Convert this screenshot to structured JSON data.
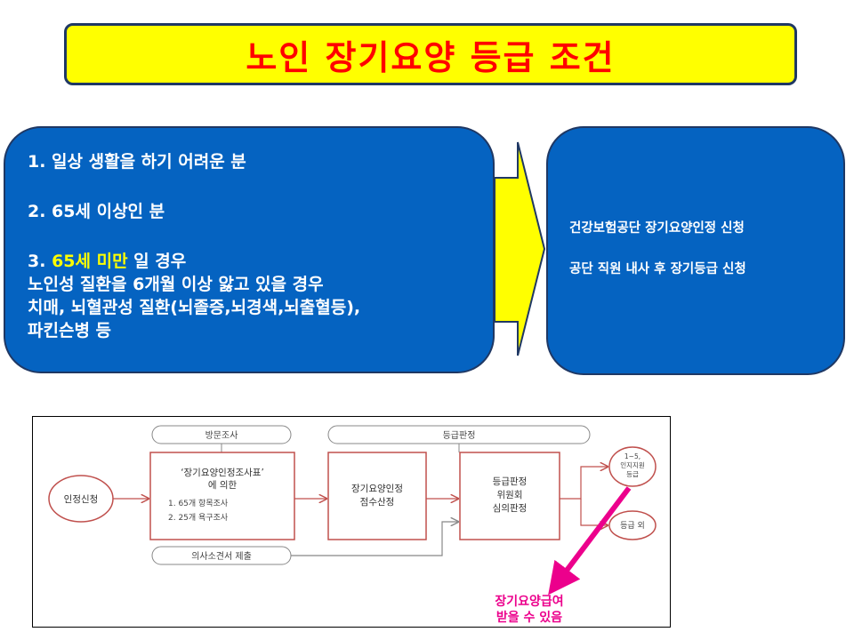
{
  "title": "노인 장기요양 등급 조건",
  "conditions": {
    "item1": "1.  일상 생활을 하기 어려운 분",
    "item2": "2.  65세 이상인 분",
    "item3_prefix": "3. ",
    "item3_highlight": "65세 미만",
    "item3_suffix": " 일 경우",
    "item3_line2": "노인성 질환을 6개월 이상 앓고 있을 경우",
    "item3_line3": "치매, 뇌혈관성 질환(뇌졸증,뇌경색,뇌출혈등),",
    "item3_line4": "파킨슨병 등"
  },
  "procedure": {
    "line1": "건강보험공단 장기요양인정 신청",
    "line2": "공단 직원 내사 후 장기등급 신청"
  },
  "flow": {
    "pill_visit": "방문조사",
    "pill_grade": "등급판정",
    "pill_doctor": "의사소견서 제출",
    "start": "인정신청",
    "survey_title_1": "‘장기요양인정조사표’",
    "survey_title_2": "에 의한",
    "survey_item_1": "1. 65개 항목조사",
    "survey_item_2": "2. 25개 욕구조사",
    "score_1": "장기요양인정",
    "score_2": "점수산정",
    "committee_1": "등급판정",
    "committee_2": "위원회",
    "committee_3": "심의판정",
    "result_1a": "1~5,",
    "result_1b": "인지지원",
    "result_1c": "등급",
    "result_2": "등급 외",
    "callout_1": "장기요양급여",
    "callout_2": "받을 수 있음"
  },
  "colors": {
    "title_bg": "#ffff00",
    "title_text": "#ff0000",
    "box_blue": "#0563c1",
    "arrow_yellow": "#ffff00",
    "flow_accent": "#c0504d",
    "callout_magenta": "#ec008c"
  }
}
